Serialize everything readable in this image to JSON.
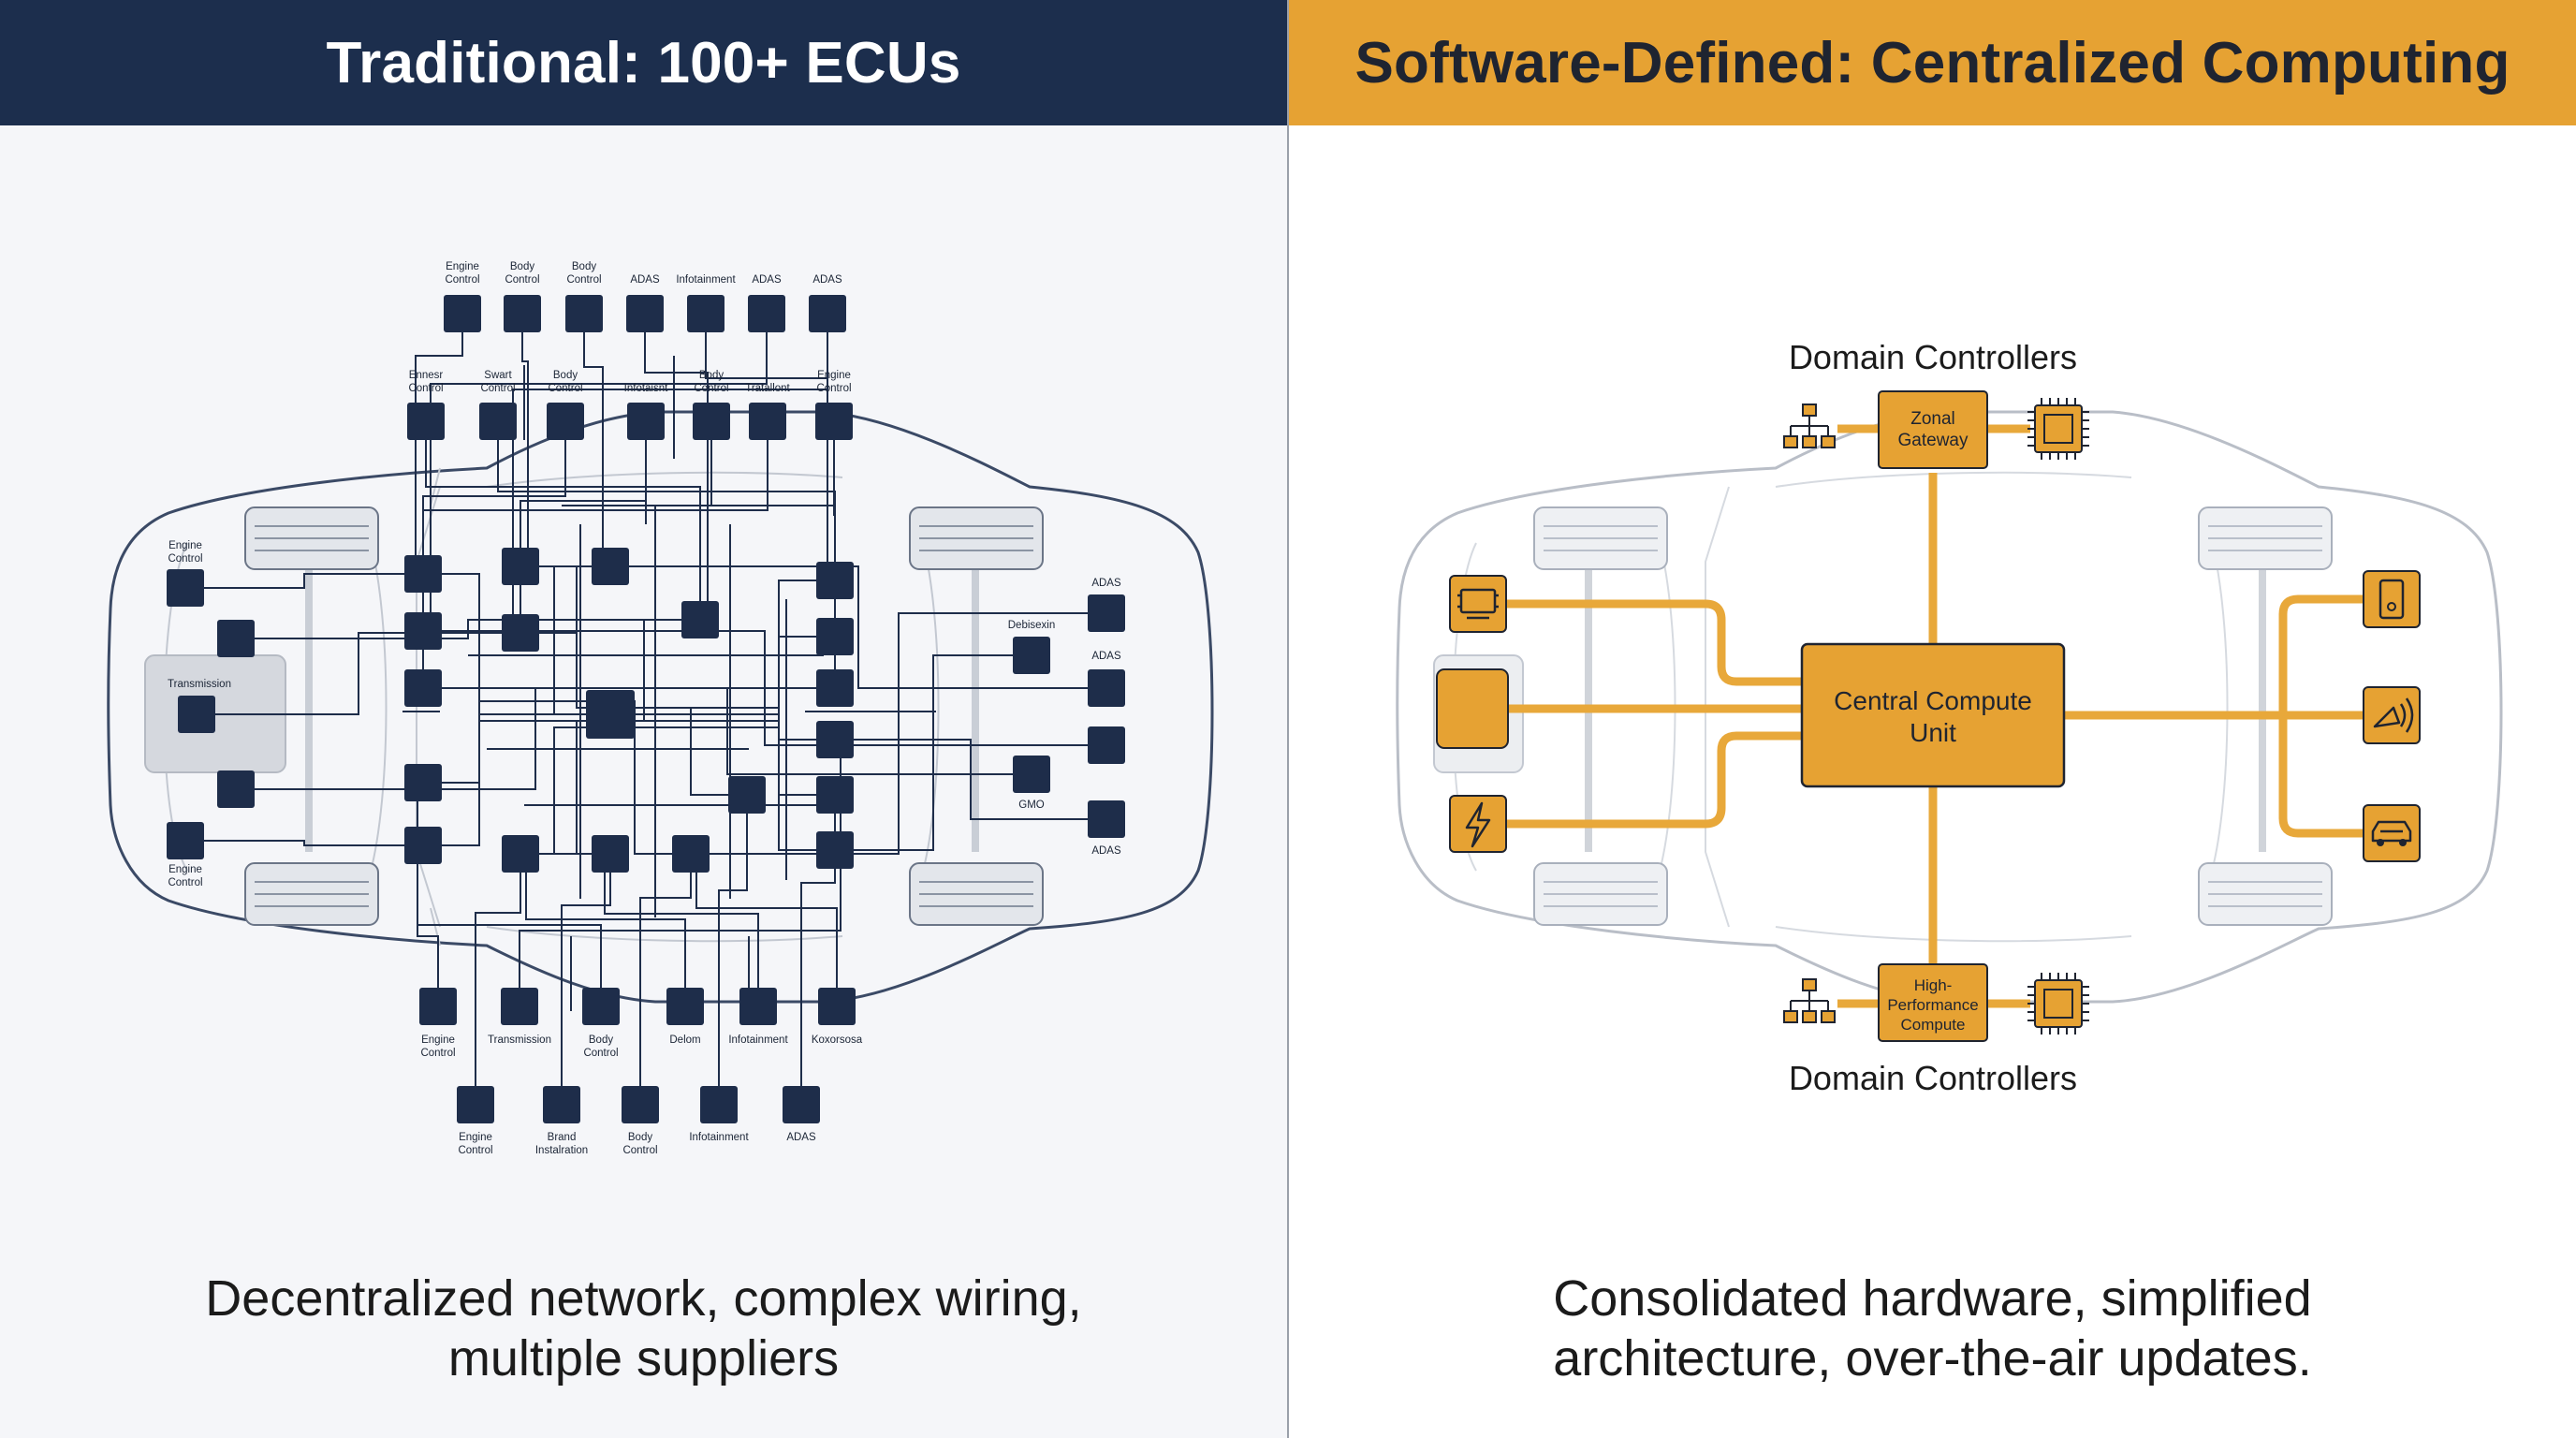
{
  "left": {
    "title": "Traditional: 100+ ECUs",
    "caption_line1": "Decentralized network, complex wiring,",
    "caption_line2": "multiple suppliers",
    "top_row1_labels": [
      [
        "Engine",
        "Control"
      ],
      [
        "Body",
        "Control"
      ],
      [
        "Body",
        "Control"
      ],
      [
        "ADAS"
      ],
      [
        "Infotainment"
      ],
      [
        "ADAS"
      ],
      [
        "ADAS"
      ]
    ],
    "top_row2_labels": [
      [
        "Ennesr",
        "Control"
      ],
      [
        "Swart",
        "Control"
      ],
      [
        "Body",
        "Control"
      ],
      [
        "Infotaisnt"
      ],
      [
        "Body",
        "Control"
      ],
      [
        "Tratallont"
      ],
      [
        "Engine",
        "Control"
      ]
    ],
    "bottom_row1_labels": [
      [
        "Engine",
        "Control"
      ],
      [
        "Transmission"
      ],
      [
        "Body",
        "Control"
      ],
      [
        "Delom"
      ],
      [
        "Infotainment"
      ],
      [
        "Koxorsosa"
      ]
    ],
    "bottom_row2_labels": [
      [
        "Engine",
        "Control"
      ],
      [
        "Brand",
        "Instalration"
      ],
      [
        "Body",
        "Control"
      ],
      [
        "Infotainment"
      ],
      [
        "ADAS"
      ]
    ],
    "car_labels": {
      "engine_control_1": [
        "Engine",
        "Control"
      ],
      "transmission": "Transmission",
      "engine_control_2": [
        "Engine",
        "Control"
      ],
      "adas_1": "ADAS",
      "debisexin": "Debisexin",
      "adas_2": "ADAS",
      "gmo": "GMO",
      "adas_3": "ADAS"
    }
  },
  "right": {
    "title": "Software-Defined: Centralized Computing",
    "caption_line1": "Consolidated hardware, simplified",
    "caption_line2": "architecture, over-the-air updates.",
    "domain_controllers_top": "Domain Controllers",
    "domain_controllers_bottom": "Domain Controllers",
    "zonal_gateway": [
      "Zonal",
      "Gateway"
    ],
    "high_performance": [
      "High-",
      "Performance",
      "Compute"
    ],
    "central_compute": [
      "Central Compute",
      "Unit"
    ]
  },
  "colors": {
    "navy": "#1c2e4d",
    "ecu_fill": "#1e2d4a",
    "amber": "#e6a233",
    "amber_line": "#e8a83a",
    "car_outline_left": "#3b4a66",
    "car_outline_right": "#b9bec7"
  },
  "icons": [
    "cpu-chip-icon",
    "hierarchy-icon",
    "monitor-icon",
    "battery-icon",
    "lightning-icon",
    "phone-icon",
    "radar-icon",
    "car-icon"
  ]
}
